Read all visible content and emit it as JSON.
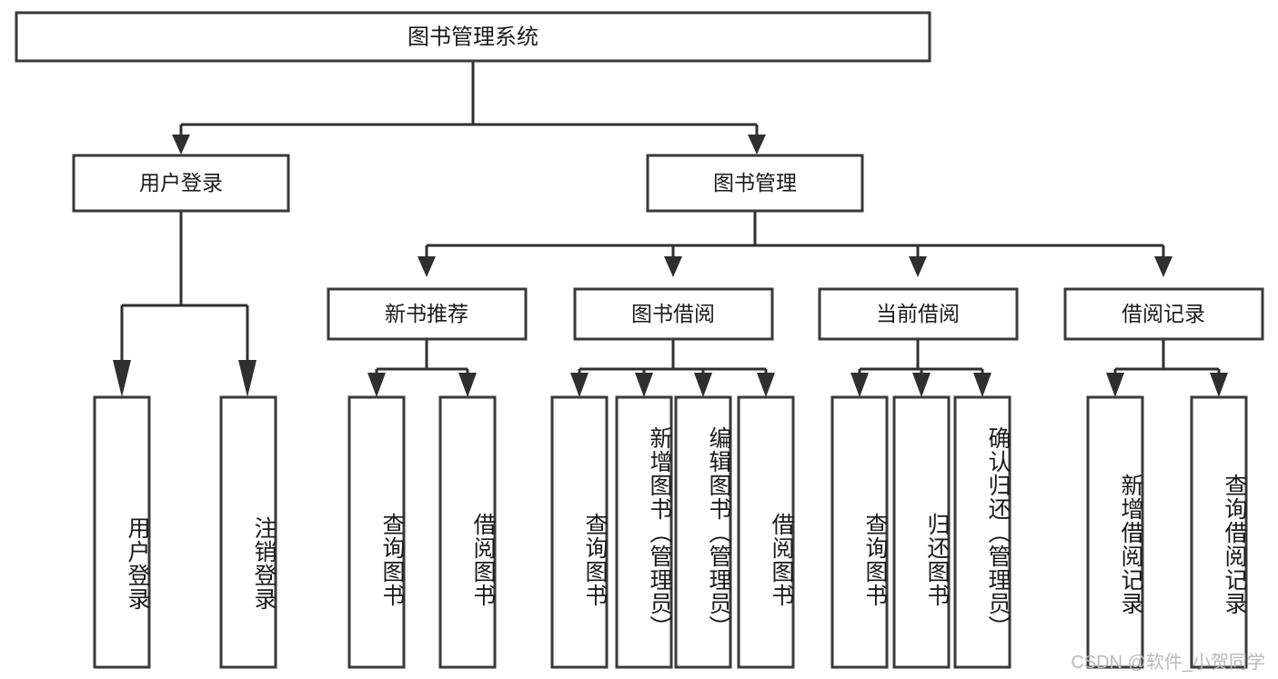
{
  "diagram": {
    "type": "tree-hierarchy",
    "title": "图书管理系统",
    "watermark": "CSDN @软件_小贺同学",
    "colors": {
      "stroke": "#2f2f2f",
      "box_stroke": "#3a3a3a",
      "fill": "#ffffff",
      "text": "#1a1a1a",
      "watermark": "#b9b9b9"
    },
    "root": {
      "label": "图书管理系统"
    },
    "level2": [
      {
        "id": "user-login",
        "label": "用户登录"
      },
      {
        "id": "book-manage",
        "label": "图书管理"
      }
    ],
    "level3": [
      {
        "id": "new-book-recommend",
        "label": "新书推荐",
        "parent": "book-manage"
      },
      {
        "id": "book-borrow",
        "label": "图书借阅",
        "parent": "book-manage"
      },
      {
        "id": "current-borrow",
        "label": "当前借阅",
        "parent": "book-manage"
      },
      {
        "id": "borrow-record",
        "label": "借阅记录",
        "parent": "book-manage"
      }
    ],
    "leaves": [
      {
        "id": "leaf-user-login",
        "label": "用户登录",
        "parent": "user-login"
      },
      {
        "id": "leaf-logout-login",
        "label": "注销登录",
        "parent": "user-login"
      },
      {
        "id": "leaf-query-book-1",
        "label": "查询图书",
        "parent": "new-book-recommend"
      },
      {
        "id": "leaf-borrow-book-1",
        "label": "借阅图书",
        "parent": "new-book-recommend"
      },
      {
        "id": "leaf-query-book-2",
        "label": "查询图书",
        "parent": "book-borrow"
      },
      {
        "id": "leaf-add-book",
        "label": "新增图书（管理员）",
        "parent": "book-borrow"
      },
      {
        "id": "leaf-edit-book",
        "label": "编辑图书（管理员）",
        "parent": "book-borrow"
      },
      {
        "id": "leaf-borrow-book-2",
        "label": "借阅图书",
        "parent": "book-borrow"
      },
      {
        "id": "leaf-query-book-3",
        "label": "查询图书",
        "parent": "current-borrow"
      },
      {
        "id": "leaf-return-book",
        "label": "归还图书",
        "parent": "current-borrow"
      },
      {
        "id": "leaf-confirm-return",
        "label": "确认归还（管理员）",
        "parent": "current-borrow"
      },
      {
        "id": "leaf-add-record",
        "label": "新增借阅记录",
        "parent": "borrow-record"
      },
      {
        "id": "leaf-query-record",
        "label": "查询借阅记录",
        "parent": "borrow-record"
      }
    ]
  }
}
